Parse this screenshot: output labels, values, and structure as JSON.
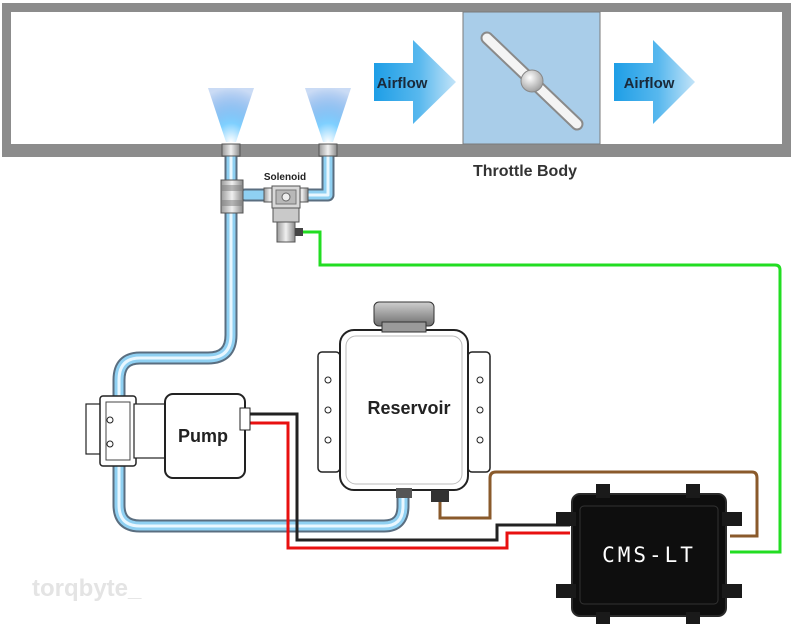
{
  "labels": {
    "airflow_left": "Airflow",
    "airflow_right": "Airflow",
    "throttle_body": "Throttle Body",
    "solenoid": "Solenoid",
    "reservoir": "Reservoir",
    "pump": "Pump",
    "controller": "CMS-LT",
    "watermark": "torqbyte_"
  },
  "colors": {
    "duct_border": "#707070",
    "throttle_fill": "#a9cde9",
    "water_line": "#6cb8e6",
    "signal_green": "#22dd22",
    "power_red": "#e81010",
    "ground_black": "#222222",
    "sensor_brown": "#8a5a2b",
    "controller_body": "#111111"
  },
  "icons": [
    "arrow-right-icon",
    "butterfly-valve-icon",
    "spray-nozzle-icon"
  ]
}
